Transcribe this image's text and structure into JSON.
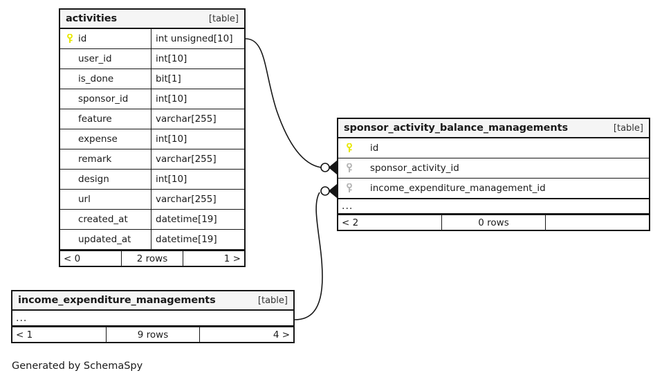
{
  "diagram": {
    "caption": "Generated by SchemaSpy",
    "table_tag": "[table]",
    "ellipsis": "...",
    "colors": {
      "primary_key": "#e8e800",
      "foreign_key": "#b4b4b4",
      "border": "#161616",
      "header_bg": "#f5f5f5",
      "background": "#ffffff",
      "text": "#1a1a1a"
    }
  },
  "tables": {
    "activities": {
      "name": "activities",
      "tag": "[table]",
      "columns": [
        {
          "key": "primary",
          "name": "id",
          "type": "int unsigned[10]"
        },
        {
          "key": "none",
          "name": "user_id",
          "type": "int[10]"
        },
        {
          "key": "none",
          "name": "is_done",
          "type": "bit[1]"
        },
        {
          "key": "none",
          "name": "sponsor_id",
          "type": "int[10]"
        },
        {
          "key": "none",
          "name": "feature",
          "type": "varchar[255]"
        },
        {
          "key": "none",
          "name": "expense",
          "type": "int[10]"
        },
        {
          "key": "none",
          "name": "remark",
          "type": "varchar[255]"
        },
        {
          "key": "none",
          "name": "design",
          "type": "int[10]"
        },
        {
          "key": "none",
          "name": "url",
          "type": "varchar[255]"
        },
        {
          "key": "none",
          "name": "created_at",
          "type": "datetime[19]"
        },
        {
          "key": "none",
          "name": "updated_at",
          "type": "datetime[19]"
        }
      ],
      "footer": {
        "left": "< 0",
        "middle": "2 rows",
        "right": "1 >"
      }
    },
    "sponsor_activity_balance_managements": {
      "name": "sponsor_activity_balance_managements",
      "tag": "[table]",
      "columns": [
        {
          "key": "primary",
          "name": "id"
        },
        {
          "key": "foreign",
          "name": "sponsor_activity_id"
        },
        {
          "key": "foreign",
          "name": "income_expenditure_management_id"
        }
      ],
      "has_more": true,
      "footer": {
        "left": "< 2",
        "middle": "0 rows",
        "right": ""
      }
    },
    "income_expenditure_managements": {
      "name": "income_expenditure_managements",
      "tag": "[table]",
      "columns": [],
      "has_more": true,
      "footer": {
        "left": "< 1",
        "middle": "9 rows",
        "right": "4 >"
      }
    }
  },
  "relationships": [
    {
      "from_table": "activities",
      "from_column": "id",
      "to_table": "sponsor_activity_balance_managements",
      "to_column": "sponsor_activity_id",
      "notation": "zero-or-many"
    },
    {
      "from_table": "income_expenditure_managements",
      "from_column": "...",
      "to_table": "sponsor_activity_balance_managements",
      "to_column": "income_expenditure_management_id",
      "notation": "zero-or-many"
    }
  ]
}
